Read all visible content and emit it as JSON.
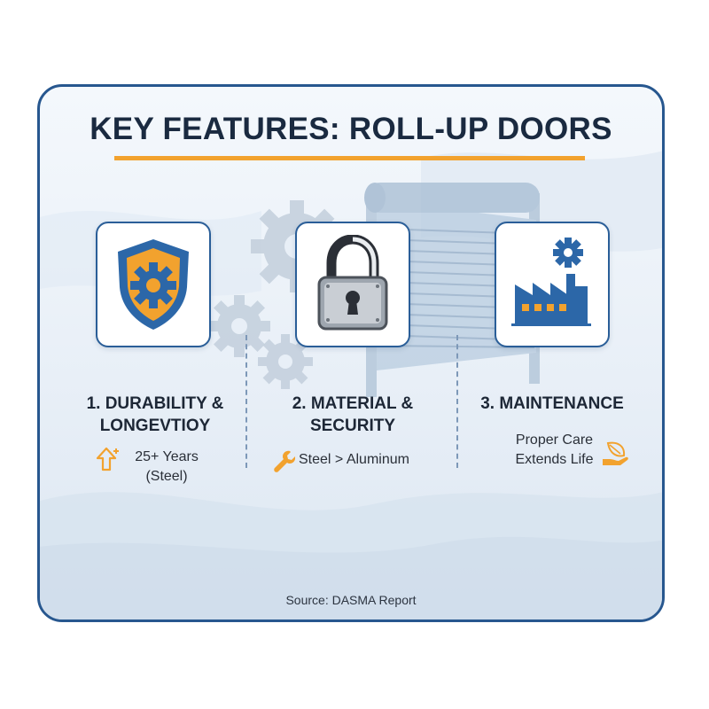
{
  "title": "KEY FEATURES: ROLL-UP DOORS",
  "features": [
    {
      "title_line1": "1. DURABILITY &",
      "title_line2": "LONGEVTIOY",
      "detail_line1": "25+ Years",
      "detail_line2": "(Steel)",
      "icon": "shield-gear-icon",
      "detail_icon": "growth-arrow-icon"
    },
    {
      "title_line1": "2. MATERIAL &",
      "title_line2": "SECURITY",
      "detail_line1": "Steel > Aluminum",
      "icon": "padlock-icon",
      "detail_icon": "wrench-icon"
    },
    {
      "title_line1": "3. MAINTENANCE",
      "detail_line1": "Proper Care",
      "detail_line2": "Extends Life",
      "icon": "factory-gear-icon",
      "detail_icon": "leaf-hand-icon"
    }
  ],
  "source": "Source: DASMA Report",
  "colors": {
    "frame": "#27578f",
    "accent": "#f2a22e",
    "icon_blue": "#2c67a8",
    "text_dark": "#1a2a40"
  }
}
